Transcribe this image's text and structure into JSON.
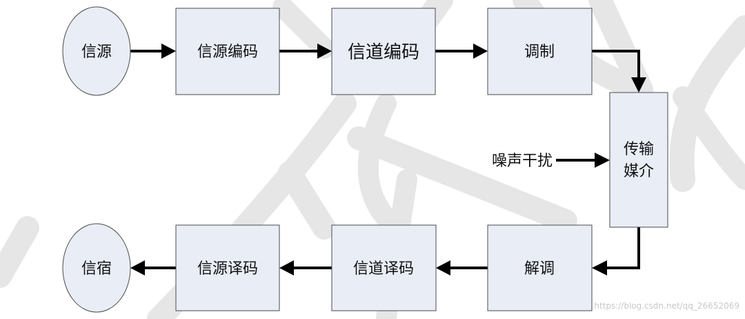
{
  "nodes": {
    "source": "信源",
    "source_encoding": "信源编码",
    "channel_encoding": "信道编码",
    "modulation": "调制",
    "transmission_medium_line1": "传输",
    "transmission_medium_line2": "媒介",
    "demodulation": "解调",
    "channel_decoding": "信道译码",
    "source_decoding": "信源译码",
    "sink": "信宿"
  },
  "noise_label": "噪声干扰",
  "watermark_url": "https://blog.csdn.net/qq_26652069",
  "colors": {
    "node_fill": "#e8edf6",
    "node_stroke": "#4a4a4a",
    "arrow": "#000000",
    "watermark": "#e6e6e6"
  }
}
